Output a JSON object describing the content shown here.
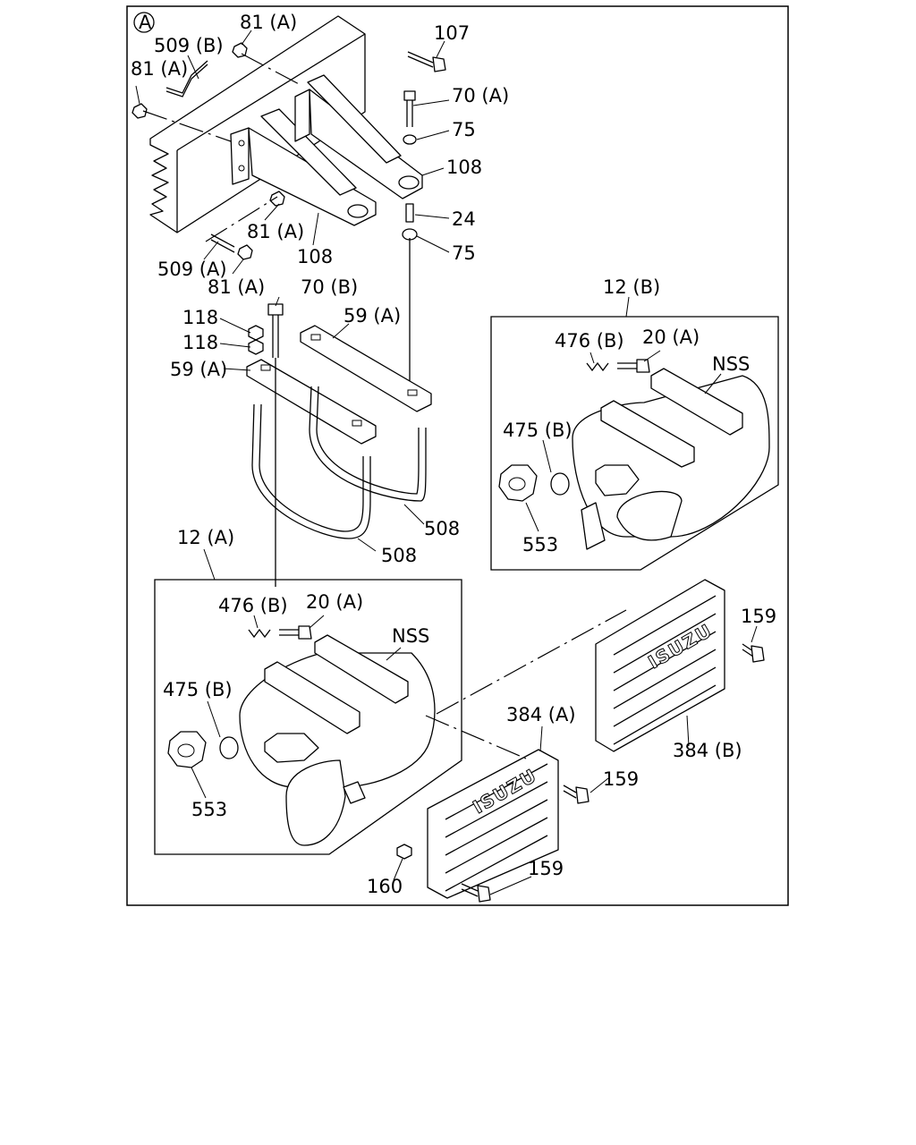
{
  "diagram": {
    "view_marker": "A",
    "labels": {
      "l81a_top": "81 (A)",
      "l107": "107",
      "l509b": "509 (B)",
      "l81a_left": "81 (A)",
      "l70a": "70 (A)",
      "l75_top": "75",
      "l108_right": "108",
      "l24": "24",
      "l81a_mid": "81 (A)",
      "l75_bot": "75",
      "l108_bot": "108",
      "l509a": "509 (A)",
      "l81a_low": "81 (A)",
      "l70b": "70 (B)",
      "l118_1": "118",
      "l118_2": "118",
      "l59a_right": "59 (A)",
      "l59a_left": "59 (A)",
      "l508_1": "508",
      "l508_2": "508",
      "l12b": "12 (B)",
      "l476b_r": "476 (B)",
      "l20a_r": "20 (A)",
      "nss_r": "NSS",
      "l475b_r": "475 (B)",
      "l553_r": "553",
      "l12a": "12 (A)",
      "l476b_l": "476 (B)",
      "l20a_l": "20 (A)",
      "nss_l": "NSS",
      "l475b_l": "475 (B)",
      "l553_l": "553",
      "l159_top": "159",
      "l384b": "384 (B)",
      "l384a": "384 (A)",
      "l159_mid": "159",
      "l160": "160",
      "l159_bot": "159"
    },
    "brand_mark": "ISUZU"
  }
}
